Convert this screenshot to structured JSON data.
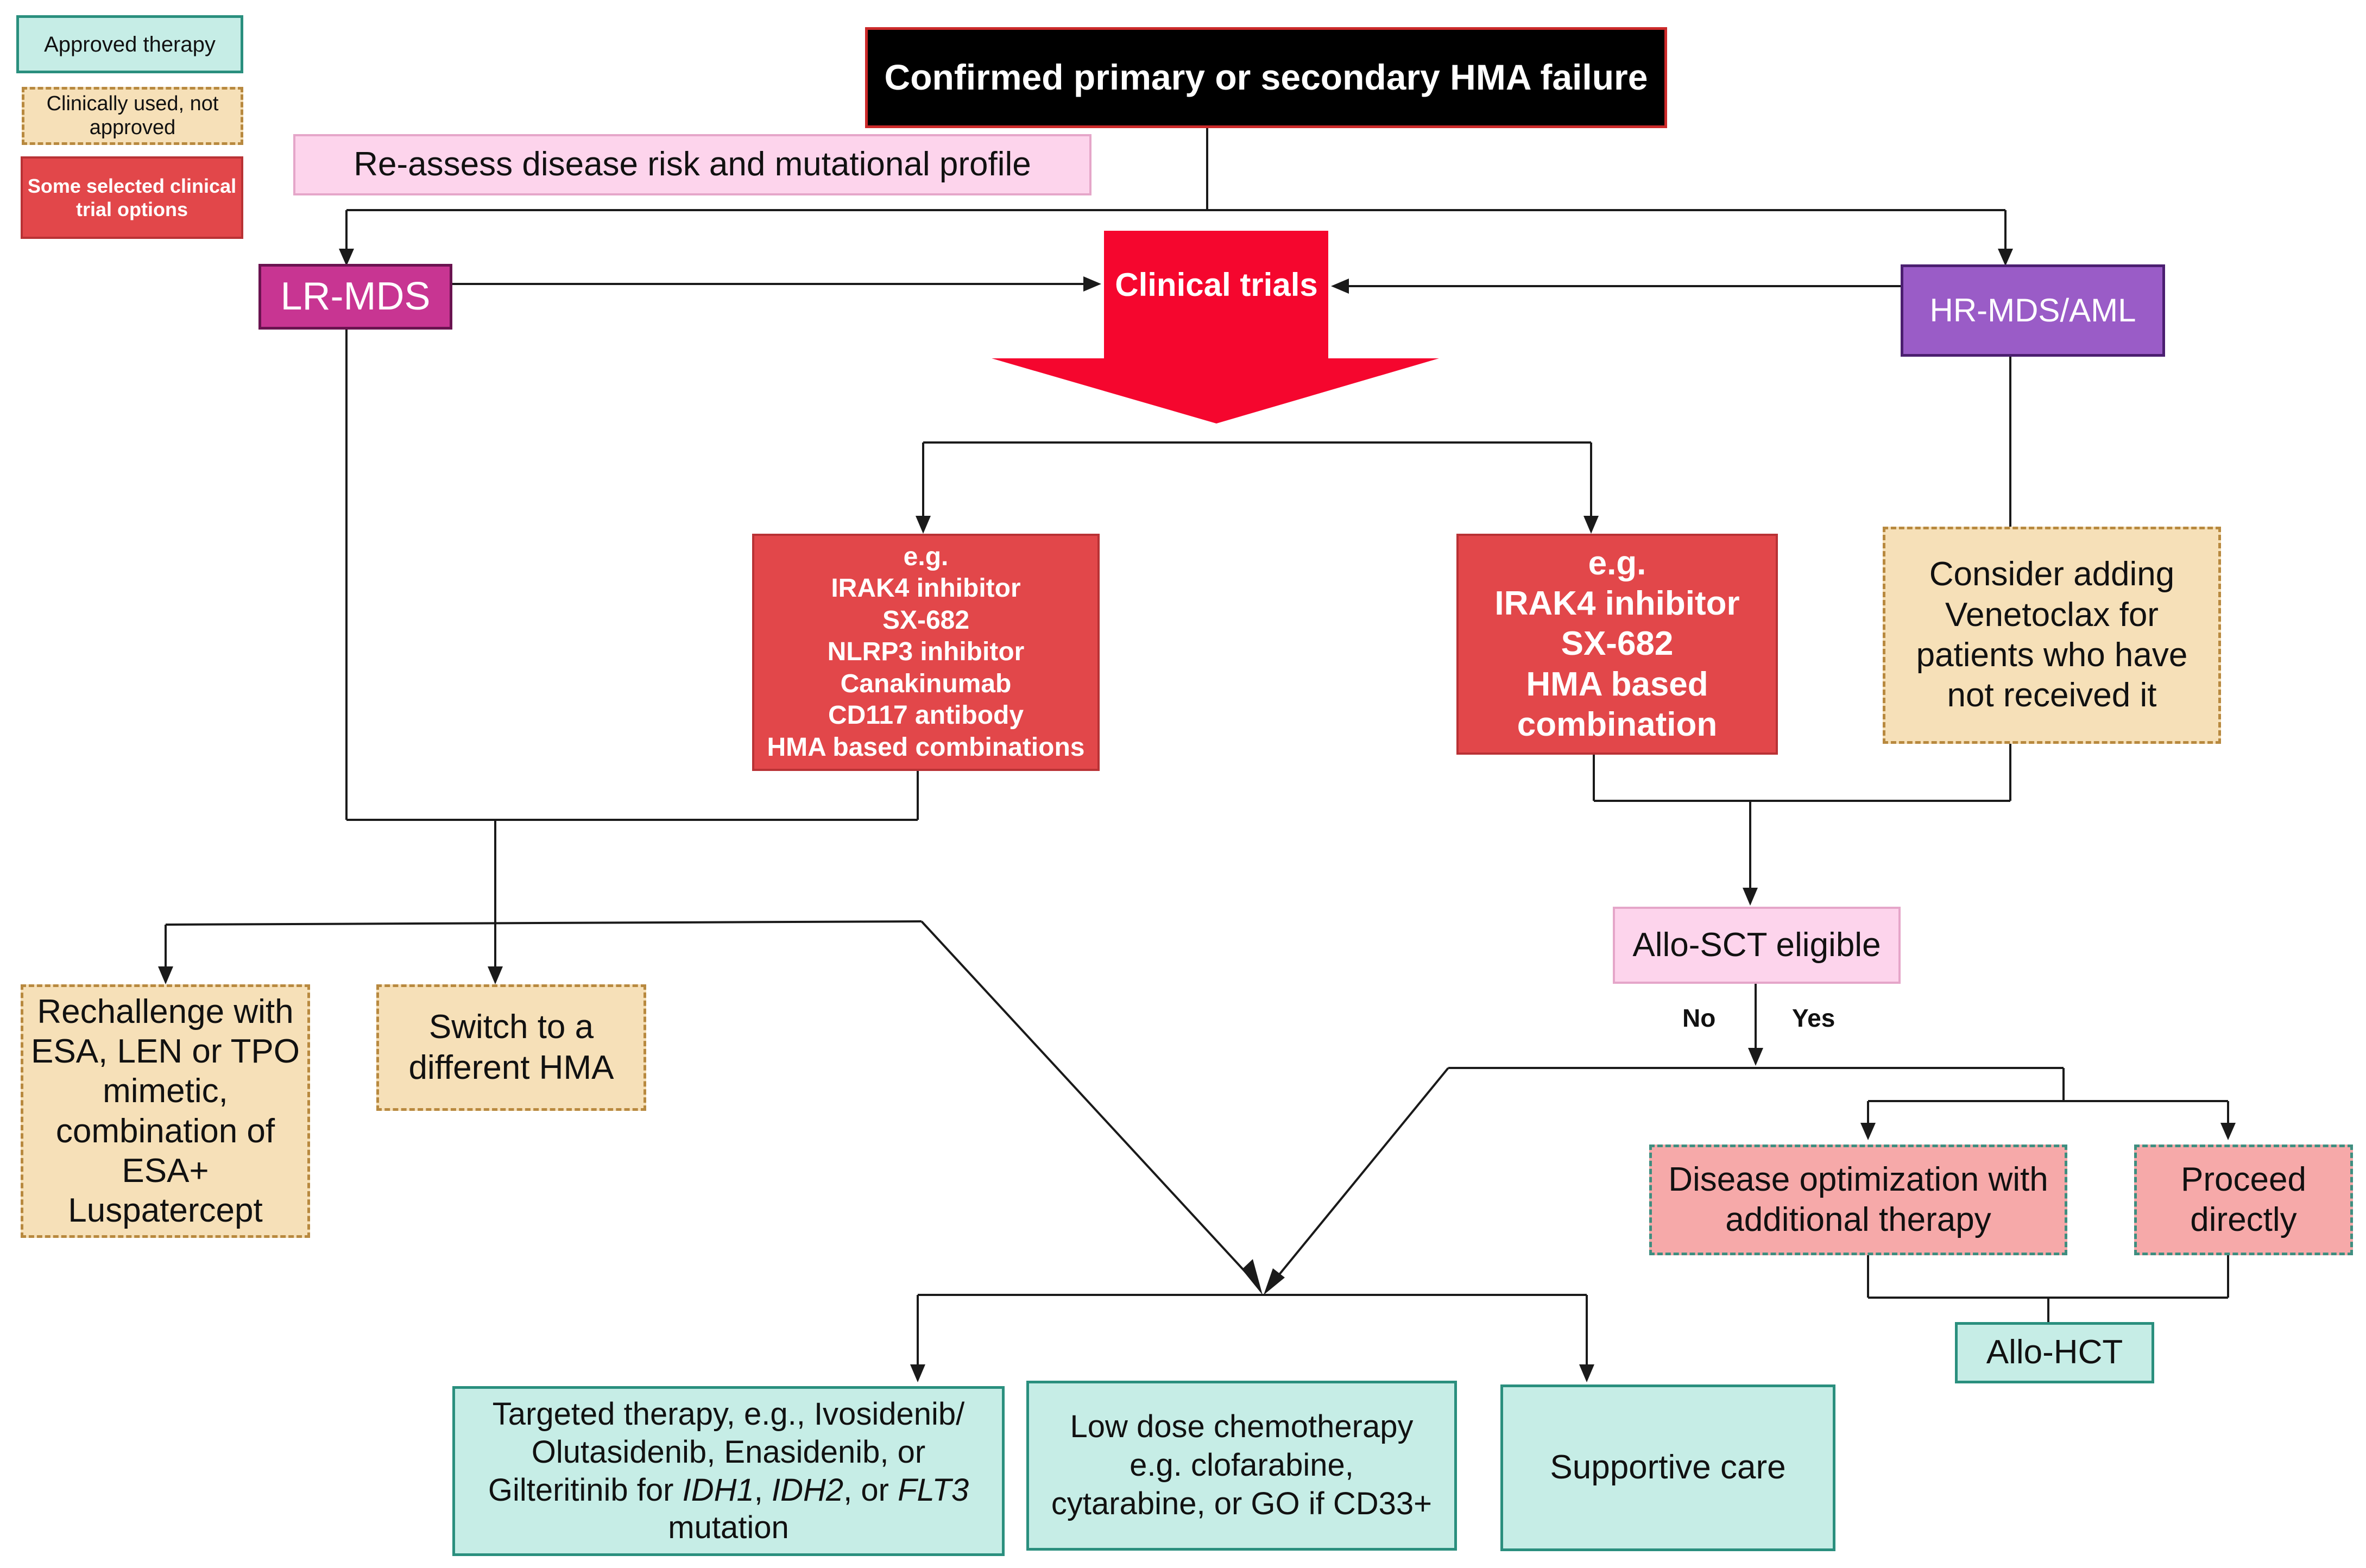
{
  "legend": {
    "approved": "Approved therapy",
    "clinical_line1": "Clinically used, not",
    "clinical_line2": "approved",
    "trial_line1": "Some selected clinical",
    "trial_line2": "trial options"
  },
  "title": "Confirmed primary or secondary HMA failure",
  "reassess": "Re-assess disease risk and mutational profile",
  "lr_mds": "LR-MDS",
  "clinical_trials": "Clinical trials",
  "hr_mds": "HR-MDS/AML",
  "trials_left": [
    "e.g.",
    "IRAK4 inhibitor",
    "SX-682",
    "NLRP3 inhibitor",
    "Canakinumab",
    "CD117 antibody",
    "HMA based combinations"
  ],
  "trials_right": [
    "e.g.",
    "IRAK4 inhibitor",
    "SX-682",
    "HMA based",
    "combination"
  ],
  "venetoclax": [
    "Consider adding",
    "Venetoclax for",
    "patients who have",
    "not received it"
  ],
  "allo_sct": "Allo-SCT eligible",
  "no": "No",
  "yes": "Yes",
  "rechallenge": [
    "Rechallenge with",
    "ESA, LEN or TPO",
    "mimetic,",
    "combination of",
    "ESA+",
    "Luspatercept"
  ],
  "switch_hma": [
    "Switch to a",
    "different HMA"
  ],
  "disease_opt": [
    "Disease optimization with",
    "additional therapy"
  ],
  "proceed": [
    "Proceed",
    "directly"
  ],
  "allo_hct": "Allo-HCT",
  "targeted": {
    "line1": "Targeted therapy, e.g., Ivosidenib/",
    "line2": "Olutasidenib, Enasidenib, or",
    "line3_pre": "Gilteritinib for ",
    "gene1": "IDH1",
    "sep1": ", ",
    "gene2": "IDH2",
    "sep2": ", or ",
    "gene3": "FLT3",
    "line4": "mutation"
  },
  "low_dose": [
    "Low dose chemotherapy",
    "e.g. clofarabine,",
    "cytarabine, or GO if CD33+"
  ],
  "supportive": "Supportive care",
  "colors": {
    "approved": "#c6ede6",
    "clinical": "#f6e0b8",
    "trial": "#e2474a",
    "clinical_trials_arrow": "#f5062e",
    "lr_mds": "#c83592",
    "hr_mds": "#9a5cc7"
  }
}
